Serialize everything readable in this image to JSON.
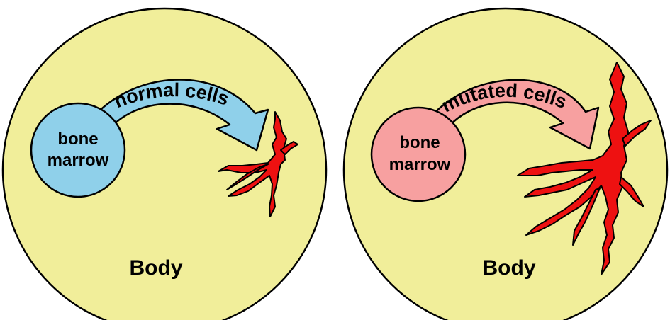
{
  "colors": {
    "body_fill": "#f1ee9a",
    "outline": "#000000",
    "normal_fill": "#8fd0ea",
    "mutated_fill": "#f7a0a0",
    "vessel_fill": "#ee1111"
  },
  "left_panel": {
    "arrow_label": "normal cells",
    "marrow_line1": "bone",
    "marrow_line2": "marrow",
    "body_label": "Body"
  },
  "right_panel": {
    "arrow_label": "mutated cells",
    "marrow_line1": "bone",
    "marrow_line2": "marrow",
    "body_label": "Body"
  }
}
